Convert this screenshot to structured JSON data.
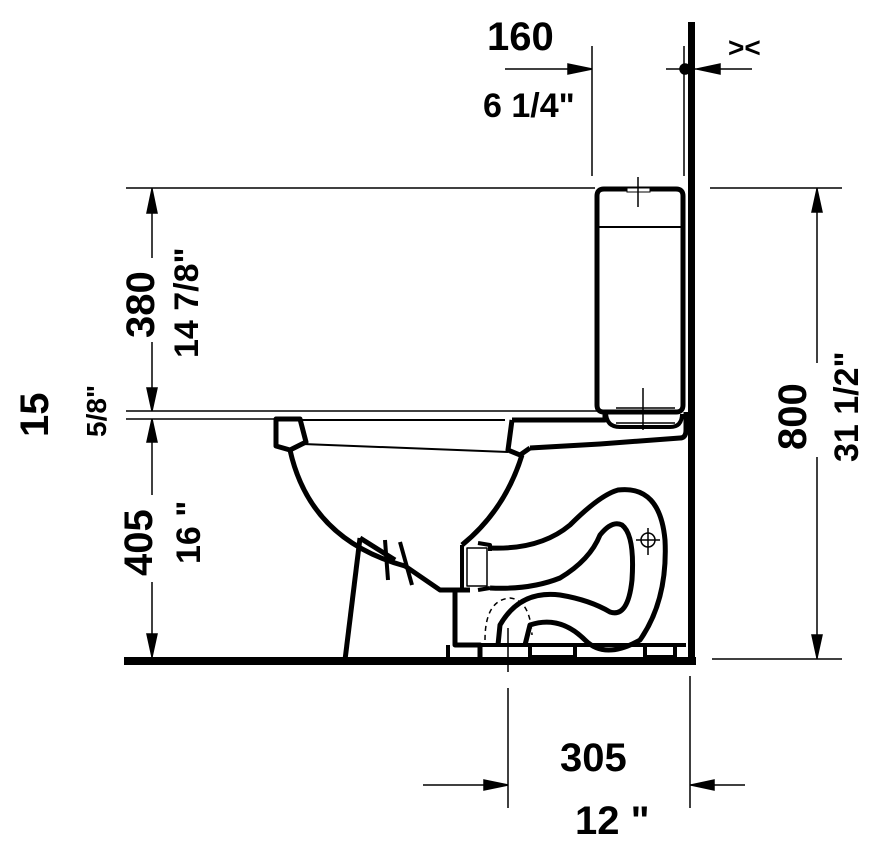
{
  "drawing": {
    "title": "Close-coupled toilet side elevation dimension drawing",
    "colors": {
      "line": "#000000",
      "background": "#ffffff"
    }
  },
  "dimensions": {
    "tank_wall_offset": {
      "mm": "160",
      "inch": "6 1/4\""
    },
    "wall_clearance_marker": {
      "symbol": "><"
    },
    "tank_height": {
      "mm": "380",
      "inch": "14 7/8\""
    },
    "seat_gap": {
      "mm": "15",
      "inch": "5/8\""
    },
    "rim_height": {
      "mm": "405",
      "inch": "16 \""
    },
    "overall_height": {
      "mm": "800",
      "inch": "31 1/2\""
    },
    "rough_in": {
      "mm": "305",
      "inch": "12 \""
    }
  }
}
